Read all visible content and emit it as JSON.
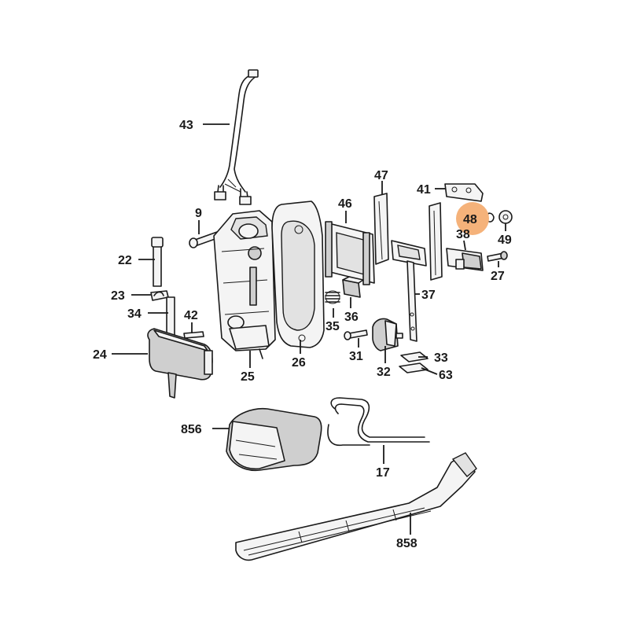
{
  "diagram": {
    "highlight_color": "#f5b27a",
    "ink_color": "#1a1a1a",
    "highlighted_part": "48",
    "callouts": [
      {
        "id": "43",
        "label": "43"
      },
      {
        "id": "47",
        "label": "47"
      },
      {
        "id": "41",
        "label": "41"
      },
      {
        "id": "9",
        "label": "9"
      },
      {
        "id": "46",
        "label": "46"
      },
      {
        "id": "48",
        "label": "48"
      },
      {
        "id": "49",
        "label": "49"
      },
      {
        "id": "38",
        "label": "38"
      },
      {
        "id": "22",
        "label": "22"
      },
      {
        "id": "27",
        "label": "27"
      },
      {
        "id": "23",
        "label": "23"
      },
      {
        "id": "37",
        "label": "37"
      },
      {
        "id": "34",
        "label": "34"
      },
      {
        "id": "42",
        "label": "42"
      },
      {
        "id": "35",
        "label": "35"
      },
      {
        "id": "36",
        "label": "36"
      },
      {
        "id": "24",
        "label": "24"
      },
      {
        "id": "31",
        "label": "31"
      },
      {
        "id": "33",
        "label": "33"
      },
      {
        "id": "26",
        "label": "26"
      },
      {
        "id": "25",
        "label": "25"
      },
      {
        "id": "32",
        "label": "32"
      },
      {
        "id": "63",
        "label": "63"
      },
      {
        "id": "856",
        "label": "856"
      },
      {
        "id": "17",
        "label": "17"
      },
      {
        "id": "858",
        "label": "858"
      }
    ]
  }
}
